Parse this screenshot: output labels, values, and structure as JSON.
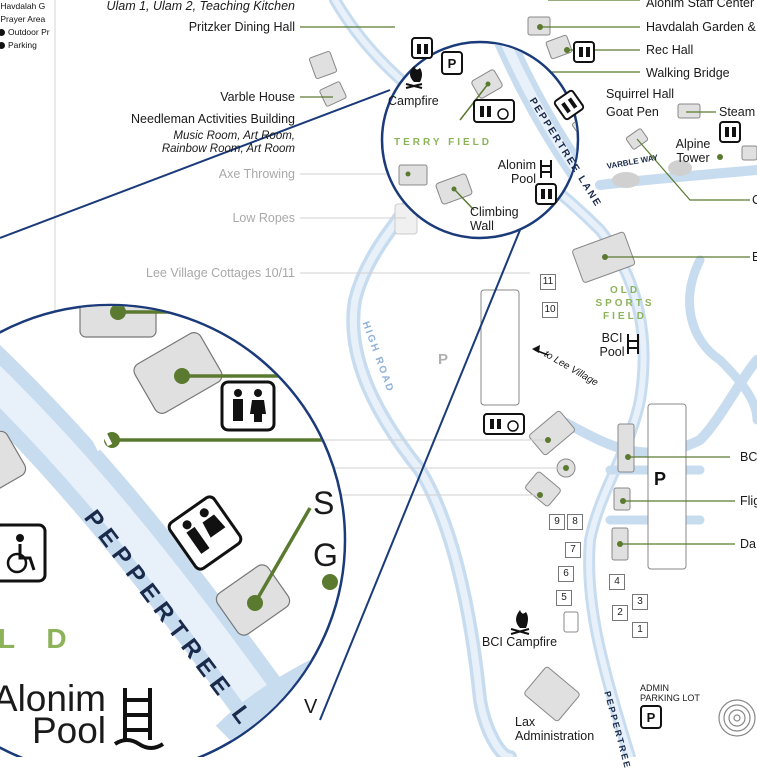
{
  "legend": {
    "items": [
      {
        "label": "Havdalah G"
      },
      {
        "label": "Prayer Area"
      },
      {
        "label": "Outdoor Pr"
      },
      {
        "label": "Parking"
      }
    ]
  },
  "labels_left": {
    "ulam": "Ulam 1, Ulam 2, Teaching Kitchen",
    "pritzker": "Pritzker Dining Hall",
    "varble_house": "Varble House",
    "needleman": "Needleman Activities Building",
    "music_room": "Music Room, Art Room,",
    "rainbow_room": "Rainbow Room, Art Room",
    "axe": "Axe Throwing",
    "low_ropes": "Low Ropes",
    "lee_village": "Lee Village Cottages 10/11"
  },
  "labels_right": {
    "alonim_staff": "Alonim Staff Center",
    "havdalah_garden": "Havdalah Garden &",
    "rec_hall": "Rec Hall",
    "walking_bridge": "Walking Bridge",
    "steam": "Steam",
    "alpine_tower": "Alpine Tower",
    "bc1": "BC",
    "flig": "Flig",
    "da": "Da",
    "e": "E",
    "c": "C"
  },
  "inset": {
    "campfire": "Campfire",
    "terry_field": "TERRY FIELD",
    "squirrel_hall": "Squirrel Hall",
    "goat_pen": "Goat Pen",
    "alonim_pool": "Alonim Pool",
    "climbing_wall": "Climbing Wall",
    "peppertree_lane": "PEPPERTREE LANE",
    "varble_way": "VARBLE WAY"
  },
  "zoom": {
    "s": "S",
    "g": "G",
    "ld": "L D",
    "alonim": "Alonim",
    "pool": "Pool",
    "lane": "PEPPERTREE L",
    "v": "V"
  },
  "main": {
    "old_sports_field": "OLD SPORTS FIELD",
    "bci_pool": "BCI Pool",
    "to_lee_village": "to Lee Village",
    "high_road": "HIGH ROAD",
    "bci_campfire": "BCI Campfire",
    "lax_admin": "Lax Administration",
    "admin_parking": "ADMIN PARKING LOT",
    "peppertree": "PEPPERTREE",
    "cottage_numbers": [
      "11",
      "10",
      "9",
      "8",
      "7",
      "6",
      "5",
      "4",
      "3",
      "2",
      "1"
    ]
  },
  "colors": {
    "road": "#c8dcf0",
    "road_line": "#9ebfe3",
    "leader": "#5a7a30",
    "building_fill": "#e0e0e0",
    "inset_ring": "#1a3a7a",
    "field_green": "#8db35a"
  },
  "icons": [
    "restroom-icon",
    "parking-icon",
    "campfire-icon",
    "accessible-restroom-icon",
    "pool-icon",
    "target-icon"
  ]
}
